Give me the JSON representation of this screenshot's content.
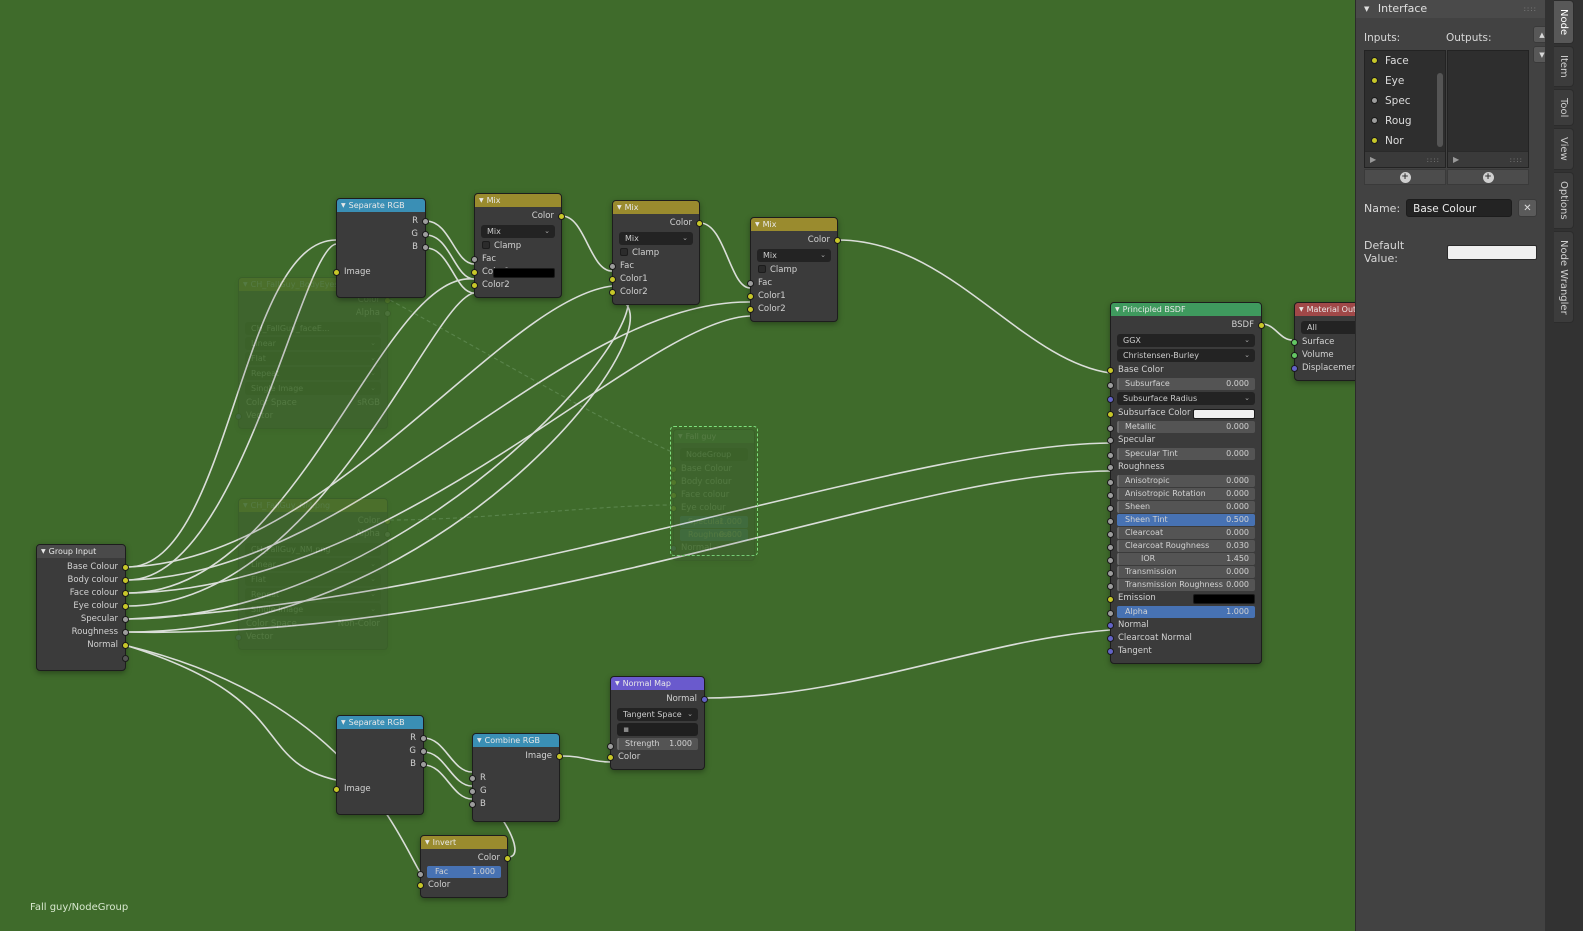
{
  "editor": {
    "breadcrumb": "Fall guy/NodeGroup",
    "background_color": "#3f6b2b"
  },
  "sidebar": {
    "panel_title": "Interface",
    "inputs_label": "Inputs:",
    "outputs_label": "Outputs:",
    "inputs": [
      {
        "label": "Face",
        "socket_color": "#c7c729"
      },
      {
        "label": "Eye",
        "socket_color": "#c7c729"
      },
      {
        "label": "Spec",
        "socket_color": "#9d9d9d"
      },
      {
        "label": "Roug",
        "socket_color": "#9d9d9d"
      },
      {
        "label": "Nor",
        "socket_color": "#c7c729"
      }
    ],
    "outputs": [],
    "add_input_label": "+",
    "add_output_label": "+",
    "up_arrow": "▲",
    "down_arrow": "▼",
    "expand_icon": "▶",
    "grip_icon": "::::",
    "name_label": "Name:",
    "name_value": "Base Colour",
    "clear_label": "✕",
    "default_value_label": "Default Value:",
    "default_value_color": "#efefef"
  },
  "tabs": [
    {
      "label": "Node",
      "active": true
    },
    {
      "label": "Item",
      "active": false
    },
    {
      "label": "Tool",
      "active": false
    },
    {
      "label": "View",
      "active": false
    },
    {
      "label": "Options",
      "active": false
    },
    {
      "label": "Node Wrangler",
      "active": false
    }
  ],
  "nodes": {
    "group_input": {
      "title": "Group Input",
      "header_color": "#3a3a3a",
      "outputs": [
        {
          "label": "Base Colour",
          "socket_color": "#c7c729"
        },
        {
          "label": "Body colour",
          "socket_color": "#c7c729"
        },
        {
          "label": "Face colour",
          "socket_color": "#c7c729"
        },
        {
          "label": "Eye colour",
          "socket_color": "#c7c729"
        },
        {
          "label": "Specular",
          "socket_color": "#9d9d9d"
        },
        {
          "label": "Roughness",
          "socket_color": "#9d9d9d"
        },
        {
          "label": "Normal",
          "socket_color": "#c7c729"
        }
      ]
    },
    "separate_rgb_top": {
      "title": "Separate RGB",
      "header_color": "#3a8fb5",
      "outputs": [
        "R",
        "G",
        "B"
      ],
      "inputs": [
        {
          "label": "Image",
          "socket_color": "#c7c729"
        }
      ]
    },
    "mix1": {
      "title": "Mix",
      "header_color": "#9a8b2e",
      "output": "Color",
      "blend_mode": "Mix",
      "clamp_label": "Clamp",
      "inputs": [
        {
          "label": "Fac",
          "socket_color": "#9d9d9d"
        },
        {
          "label": "Color1",
          "socket_color": "#c7c729",
          "swatch": "#000000"
        },
        {
          "label": "Color2",
          "socket_color": "#c7c729"
        }
      ]
    },
    "mix2": {
      "title": "Mix",
      "header_color": "#9a8b2e",
      "output": "Color",
      "blend_mode": "Mix",
      "clamp_label": "Clamp",
      "inputs": [
        {
          "label": "Fac",
          "socket_color": "#9d9d9d"
        },
        {
          "label": "Color1",
          "socket_color": "#c7c729"
        },
        {
          "label": "Color2",
          "socket_color": "#c7c729"
        }
      ]
    },
    "mix3": {
      "title": "Mix",
      "header_color": "#9a8b2e",
      "output": "Color",
      "blend_mode": "Mix",
      "clamp_label": "Clamp",
      "inputs": [
        {
          "label": "Fac",
          "socket_color": "#9d9d9d"
        },
        {
          "label": "Color1",
          "socket_color": "#c7c729"
        },
        {
          "label": "Color2",
          "socket_color": "#c7c729"
        }
      ]
    },
    "principled_bsdf": {
      "title": "Principled BSDF",
      "header_color": "#3f9a5e",
      "output": "BSDF",
      "distribution": "GGX",
      "subsurface_method": "Christensen-Burley",
      "properties": [
        {
          "label": "Base Color",
          "socket_color": "#c7c729",
          "style": "plain"
        },
        {
          "label": "Subsurface",
          "socket_color": "#9d9d9d",
          "value": "0.000",
          "style": "slider"
        },
        {
          "label": "Subsurface Radius",
          "socket_color": "#6363c7",
          "style": "dropdown"
        },
        {
          "label": "Subsurface Color",
          "socket_color": "#c7c729",
          "style": "swatch",
          "swatch": "#f0f0f0"
        },
        {
          "label": "Metallic",
          "socket_color": "#9d9d9d",
          "value": "0.000",
          "style": "slider"
        },
        {
          "label": "Specular",
          "socket_color": "#9d9d9d",
          "style": "plain"
        },
        {
          "label": "Specular Tint",
          "socket_color": "#9d9d9d",
          "value": "0.000",
          "style": "slider"
        },
        {
          "label": "Roughness",
          "socket_color": "#9d9d9d",
          "style": "plain"
        },
        {
          "label": "Anisotropic",
          "socket_color": "#9d9d9d",
          "value": "0.000",
          "style": "slider"
        },
        {
          "label": "Anisotropic Rotation",
          "socket_color": "#9d9d9d",
          "value": "0.000",
          "style": "slider"
        },
        {
          "label": "Sheen",
          "socket_color": "#9d9d9d",
          "value": "0.000",
          "style": "slider"
        },
        {
          "label": "Sheen Tint",
          "socket_color": "#9d9d9d",
          "value": "0.500",
          "style": "slider-blue"
        },
        {
          "label": "Clearcoat",
          "socket_color": "#9d9d9d",
          "value": "0.000",
          "style": "slider"
        },
        {
          "label": "Clearcoat Roughness",
          "socket_color": "#9d9d9d",
          "value": "0.030",
          "style": "slider"
        },
        {
          "label": "IOR",
          "socket_color": "#9d9d9d",
          "value": "1.450",
          "style": "slider-center"
        },
        {
          "label": "Transmission",
          "socket_color": "#9d9d9d",
          "value": "0.000",
          "style": "slider"
        },
        {
          "label": "Transmission Roughness",
          "socket_color": "#9d9d9d",
          "value": "0.000",
          "style": "slider"
        },
        {
          "label": "Emission",
          "socket_color": "#c7c729",
          "style": "swatch",
          "swatch": "#000000"
        },
        {
          "label": "Alpha",
          "socket_color": "#9d9d9d",
          "value": "1.000",
          "style": "slider-blue"
        },
        {
          "label": "Normal",
          "socket_color": "#6363c7",
          "style": "plain"
        },
        {
          "label": "Clearcoat Normal",
          "socket_color": "#6363c7",
          "style": "plain"
        },
        {
          "label": "Tangent",
          "socket_color": "#6363c7",
          "style": "plain"
        }
      ]
    },
    "material_output": {
      "title": "Material Output",
      "header_color": "#a04848",
      "target": "All",
      "inputs": [
        {
          "label": "Surface",
          "socket_color": "#64c764"
        },
        {
          "label": "Volume",
          "socket_color": "#64c764"
        },
        {
          "label": "Displacement",
          "socket_color": "#6363c7"
        }
      ]
    },
    "separate_rgb_bottom": {
      "title": "Separate RGB",
      "header_color": "#3a8fb5",
      "outputs": [
        "R",
        "G",
        "B"
      ],
      "inputs": [
        {
          "label": "Image",
          "socket_color": "#c7c729"
        }
      ]
    },
    "combine_rgb": {
      "title": "Combine RGB",
      "header_color": "#3a8fb5",
      "output": "Image",
      "inputs": [
        "R",
        "G",
        "B"
      ]
    },
    "invert": {
      "title": "Invert",
      "header_color": "#9a8b2e",
      "output": "Color",
      "fac_label": "Fac",
      "fac_value": "1.000",
      "color_label": "Color"
    },
    "normal_map": {
      "title": "Normal Map",
      "header_color": "#6a5acd",
      "output": "Normal",
      "space": "Tangent Space",
      "uv_map": "",
      "strength_label": "Strength",
      "strength_value": "1.000",
      "color_label": "Color"
    },
    "ghost_tex_1": {
      "title": "CH_FallGuy_BodyEyes_BK.png",
      "outputs": [
        "Color",
        "Alpha"
      ],
      "image_name": "CH_FallGuy_faceE...",
      "interpolation": "Linear",
      "projection": "Flat",
      "extension": "Repeat",
      "source": "Single Image",
      "color_space_label": "Color Space",
      "color_space": "sRGB",
      "vector_label": "Vector"
    },
    "ghost_tex_2": {
      "title": "CH_FallGuy_NM.png",
      "outputs": [
        "Color",
        "Alpha"
      ],
      "image_name": "CH_FallGuy_NM.png",
      "interpolation": "Linear",
      "projection": "Flat",
      "extension": "Repeat",
      "source": "Single Image",
      "color_space_label": "Color Space",
      "color_space": "Non-Color",
      "vector_label": "Vector"
    },
    "ghost_group": {
      "title": "Fall guy",
      "node_tree": "NodeGroup",
      "inputs": [
        {
          "label": "Base Colour"
        },
        {
          "label": "Body colour"
        },
        {
          "label": "Face colour"
        },
        {
          "label": "Eye colour"
        },
        {
          "label": "Specular",
          "value": "1.000"
        },
        {
          "label": "Roughness",
          "value": "0.000"
        },
        {
          "label": "Normal"
        }
      ]
    }
  }
}
